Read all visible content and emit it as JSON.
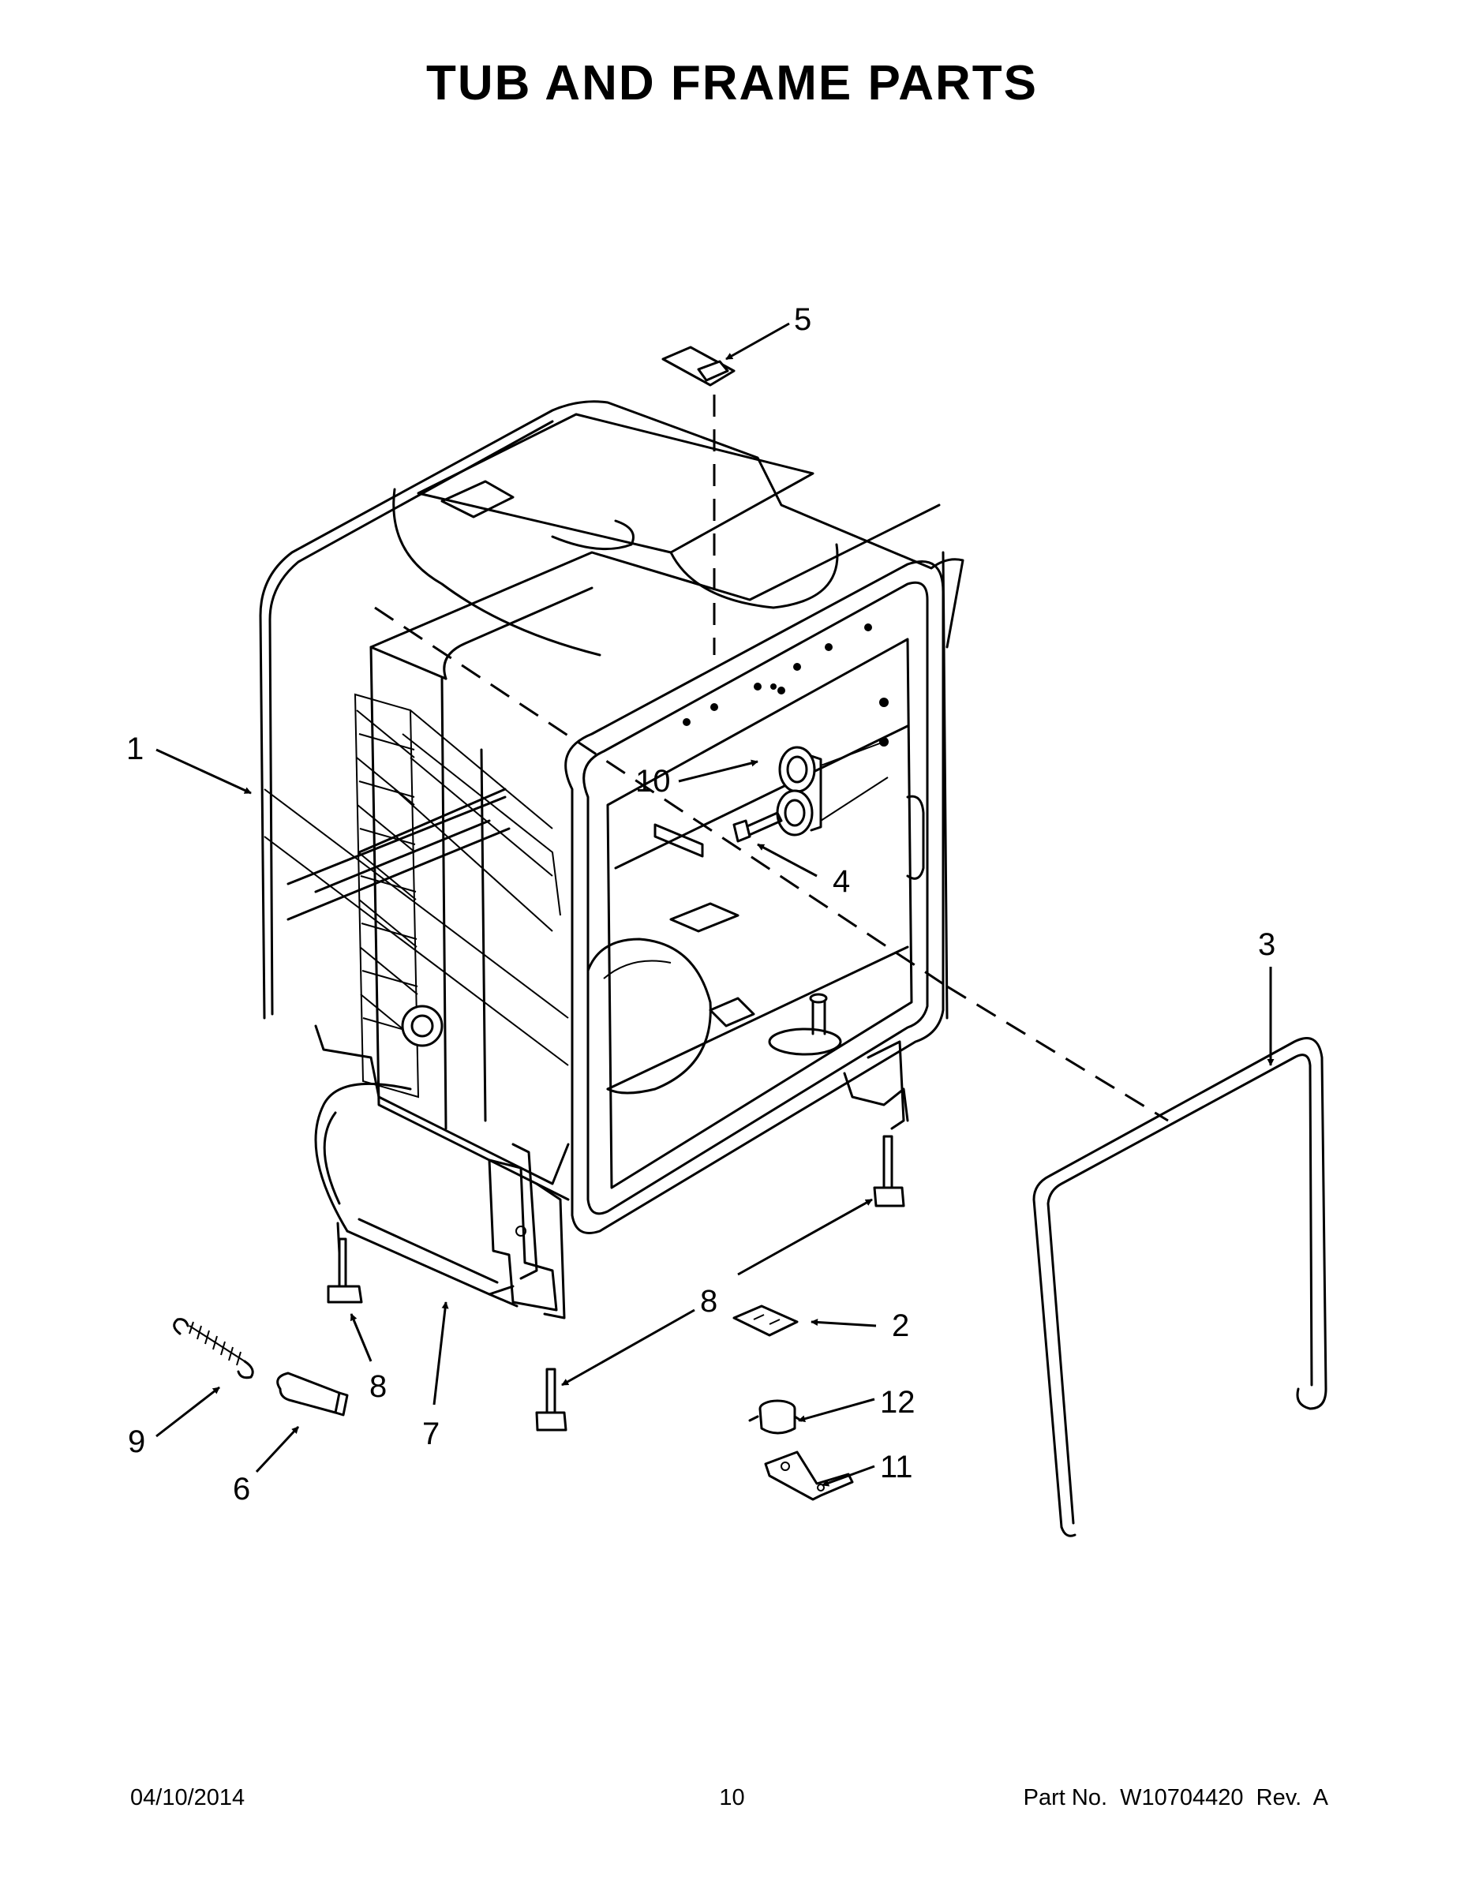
{
  "title": "TUB AND FRAME PARTS",
  "callouts": [
    {
      "id": "1",
      "label": "1"
    },
    {
      "id": "2",
      "label": "2"
    },
    {
      "id": "3",
      "label": "3"
    },
    {
      "id": "4",
      "label": "4"
    },
    {
      "id": "5",
      "label": "5"
    },
    {
      "id": "6",
      "label": "6"
    },
    {
      "id": "7",
      "label": "7"
    },
    {
      "id": "8a",
      "label": "8"
    },
    {
      "id": "8b",
      "label": "8"
    },
    {
      "id": "9",
      "label": "9"
    },
    {
      "id": "10",
      "label": "10"
    },
    {
      "id": "11",
      "label": "11"
    },
    {
      "id": "12",
      "label": "12"
    }
  ],
  "footer": {
    "date": "04/10/2014",
    "page": "10",
    "part_number": "Part No.  W10704420  Rev.  A"
  }
}
